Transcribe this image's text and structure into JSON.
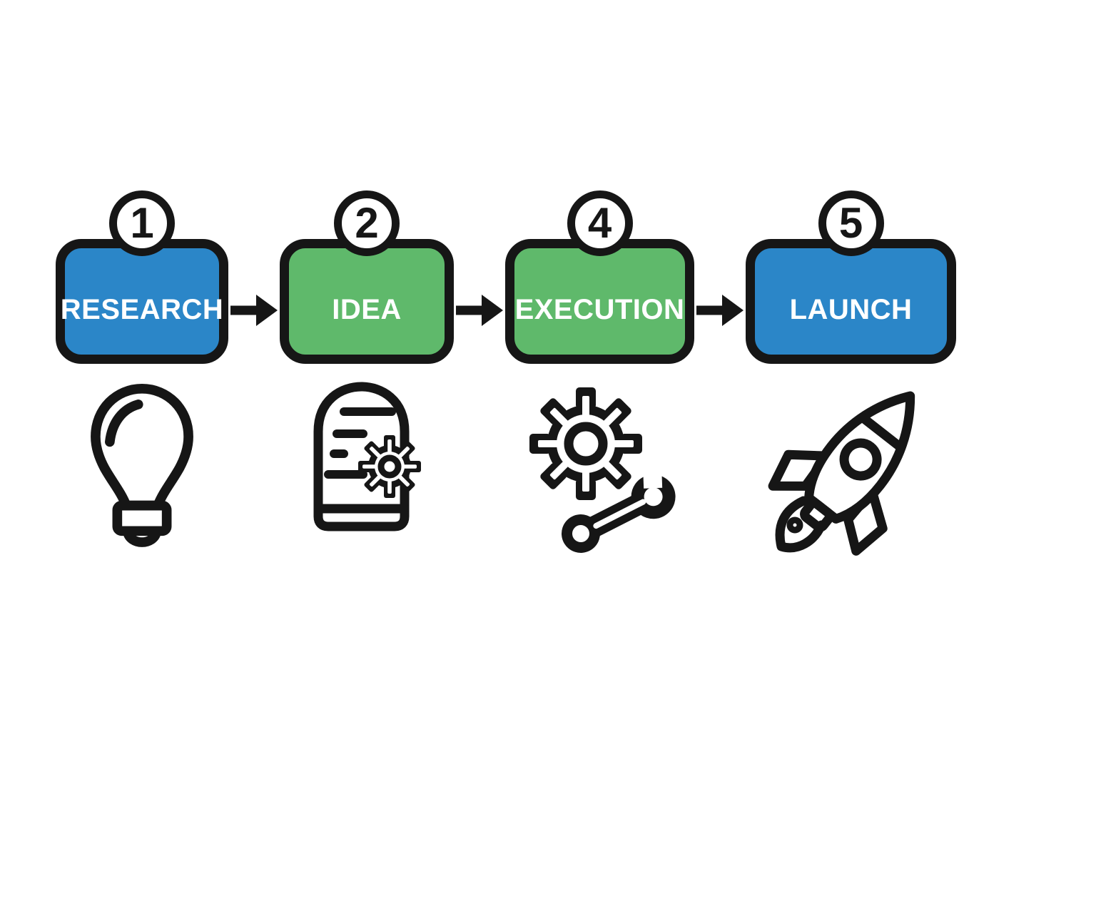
{
  "flow": {
    "steps": [
      {
        "number": "1",
        "label": "RESEARCH",
        "color": "#2b86c8",
        "icon": "lightbulb"
      },
      {
        "number": "2",
        "label": "IDEA",
        "color": "#5fb96b",
        "icon": "document-gear"
      },
      {
        "number": "4",
        "label": "EXECUTION",
        "color": "#5fb96b",
        "icon": "gear-wrench"
      },
      {
        "number": "5",
        "label": "LAUNCH",
        "color": "#2b86c8",
        "icon": "rocket"
      }
    ],
    "connector": "arrow-right",
    "colors": {
      "blue": "#2b86c8",
      "green": "#5fb96b",
      "ink": "#161616",
      "background": "#ffffff",
      "label_text": "#ffffff"
    }
  }
}
